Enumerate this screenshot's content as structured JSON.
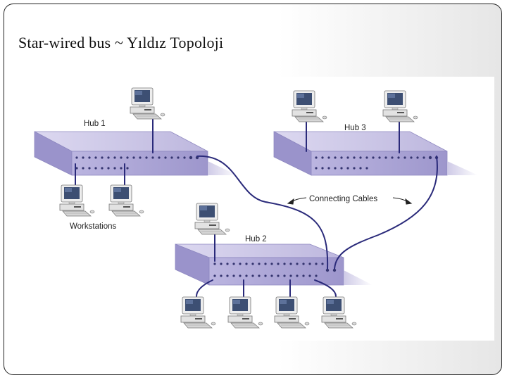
{
  "slide": {
    "title": "Star-wired bus ~ Yıldız Topoloji"
  },
  "diagram": {
    "hubs": [
      {
        "id": "hub1",
        "label": "Hub 1"
      },
      {
        "id": "hub2",
        "label": "Hub 2"
      },
      {
        "id": "hub3",
        "label": "Hub 3"
      }
    ],
    "labels": {
      "connecting_cables": "Connecting Cables",
      "workstations": "Workstations"
    },
    "colors": {
      "hub_top": "#c9c4e4",
      "hub_front": "#a9a3d4",
      "hub_side": "#8a83bd",
      "cable": "#2a2a7a",
      "workstation_body": "#ececec",
      "screen": "#3d4f73"
    }
  }
}
